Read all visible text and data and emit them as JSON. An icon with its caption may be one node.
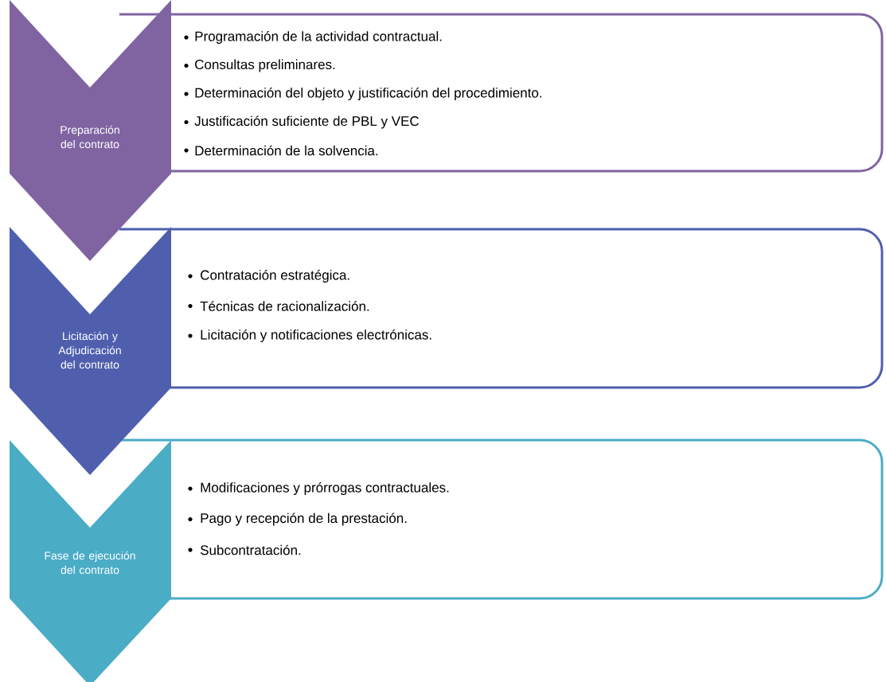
{
  "diagram": {
    "nodes": [
      {
        "text": [
          "Preparación del contrato"
        ]
      },
      {
        "text": [
          "Programación de la actividad contractual.",
          "Consultas preliminares.",
          "Determinación del objeto y justificación del procedimiento.",
          "Justificación suficiente de PBL y VEC",
          "Determinación de la solvencia."
        ]
      },
      {
        "text": [
          "Licitación y Adjudicación del contrato"
        ]
      },
      {
        "text": [
          "Contratación estratégica.",
          "Técnicas de racionalización.",
          "Licitación y notificaciones electrónicas."
        ]
      },
      {
        "text": [
          "Fase de ejecución del contrato"
        ]
      },
      {
        "text": [
          "Modificaciones y prórrogas contractuales.",
          "Pago y recepción de la prestación.",
          "Subcontratación."
        ]
      }
    ]
  }
}
